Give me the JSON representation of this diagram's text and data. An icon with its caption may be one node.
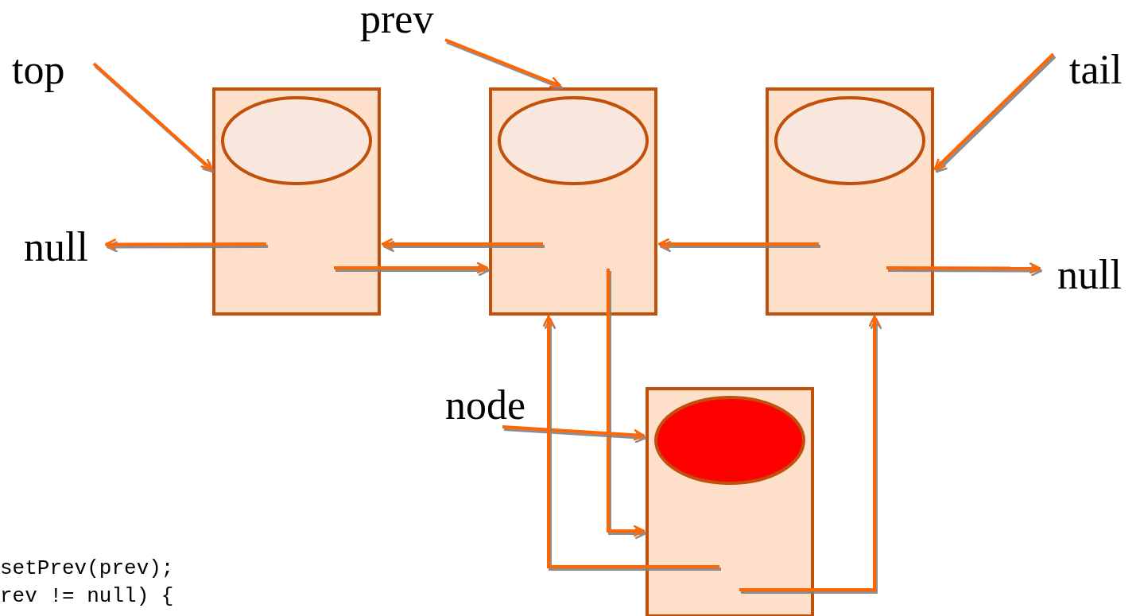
{
  "diagram": {
    "nodes": [
      {
        "text": [
          "top"
        ]
      },
      {
        "text": [
          "prev"
        ]
      },
      {
        "text": [
          "tail"
        ]
      },
      {
        "text": [],
        "shape": "box"
      },
      {
        "text": [],
        "shape": "box"
      },
      {
        "text": [],
        "shape": "box"
      },
      {
        "text": [
          "null"
        ]
      },
      {
        "text": [
          "null"
        ]
      },
      {
        "text": [
          "node"
        ]
      },
      {
        "text": [],
        "shape": "box"
      },
      {
        "text": [],
        "shape": "ellipse",
        "in": 3
      },
      {
        "text": [],
        "shape": "ellipse",
        "in": 4
      },
      {
        "text": [],
        "shape": "ellipse",
        "in": 5
      },
      {
        "text": [],
        "shape": "ellipse",
        "in": 9
      }
    ],
    "edges": [
      {
        "from": 0,
        "to": 3,
        "arrow": "to"
      },
      {
        "from": 1,
        "to": 4,
        "arrow": "to"
      },
      {
        "from": 2,
        "to": 5,
        "arrow": "to"
      },
      {
        "from": 3,
        "to": 6,
        "arrow": "to"
      },
      {
        "from": 3,
        "to": 4,
        "arrow": "to"
      },
      {
        "from": 4,
        "to": 3,
        "arrow": "to"
      },
      {
        "from": 5,
        "to": 4,
        "arrow": "to"
      },
      {
        "from": 5,
        "to": 7,
        "arrow": "to"
      },
      {
        "from": 4,
        "to": 9,
        "arrow": "to"
      },
      {
        "from": 8,
        "to": 9,
        "arrow": "to"
      },
      {
        "from": 9,
        "to": 4,
        "arrow": "to"
      },
      {
        "from": 9,
        "to": 5,
        "arrow": "to"
      }
    ],
    "labels": [
      "setPrev(prev);",
      "rev != null) {"
    ]
  }
}
